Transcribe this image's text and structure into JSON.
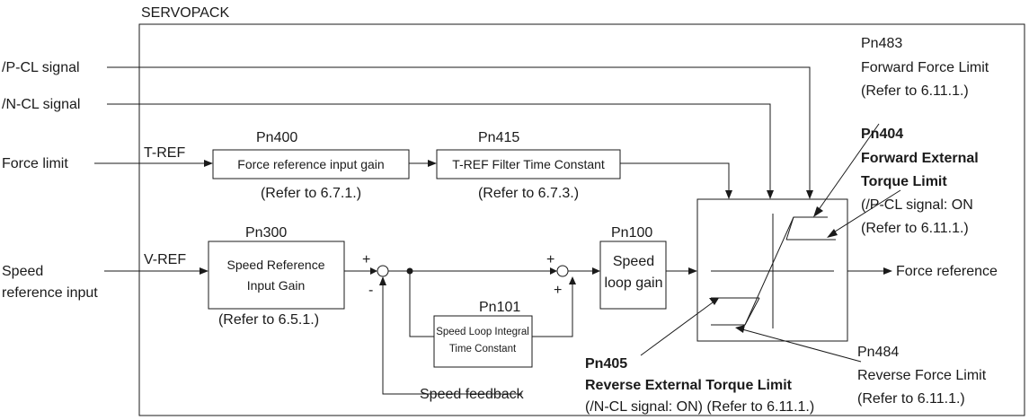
{
  "servopack": "SERVOPACK",
  "inputs": {
    "pcl": "/P-CL signal",
    "ncl": "/N-CL signal",
    "force_limit": "Force limit",
    "speed_l1": "Speed",
    "speed_l2": "reference input"
  },
  "signals": {
    "tref": "T-REF",
    "vref": "V-REF",
    "plus": "+",
    "minus": "-",
    "speed_feedback": "Speed feedback"
  },
  "blocks": {
    "pn400": {
      "param": "Pn400",
      "label": "Force reference input gain",
      "ref": "(Refer to 6.7.1.)"
    },
    "pn415": {
      "param": "Pn415",
      "label": "T-REF Filter Time Constant",
      "ref": "(Refer to 6.7.3.)"
    },
    "pn300": {
      "param": "Pn300",
      "line1": "Speed Reference",
      "line2": "Input Gain",
      "ref": "(Refer to 6.5.1.)"
    },
    "pn100": {
      "param": "Pn100",
      "line1": "Speed",
      "line2": "loop gain"
    },
    "pn101": {
      "param": "Pn101",
      "line1": "Speed Loop Integral",
      "line2": "Time Constant"
    }
  },
  "output": "Force reference",
  "annotations": {
    "pn483": {
      "param": "Pn483",
      "line1": "Forward Force Limit",
      "line2": "(Refer to 6.11.1.)"
    },
    "pn404": {
      "param": "Pn404",
      "line1": "Forward External",
      "line2": "Torque Limit",
      "line3": "(/P-CL signal: ON",
      "line4": "(Refer to 6.11.1.)"
    },
    "pn484": {
      "param": "Pn484",
      "line1": "Reverse Force Limit",
      "line2": "(Refer to 6.11.1.)"
    },
    "pn405": {
      "param": "Pn405",
      "line1": "Reverse External Torque Limit",
      "line2": "(/N-CL signal: ON) (Refer to 6.11.1.)"
    }
  }
}
